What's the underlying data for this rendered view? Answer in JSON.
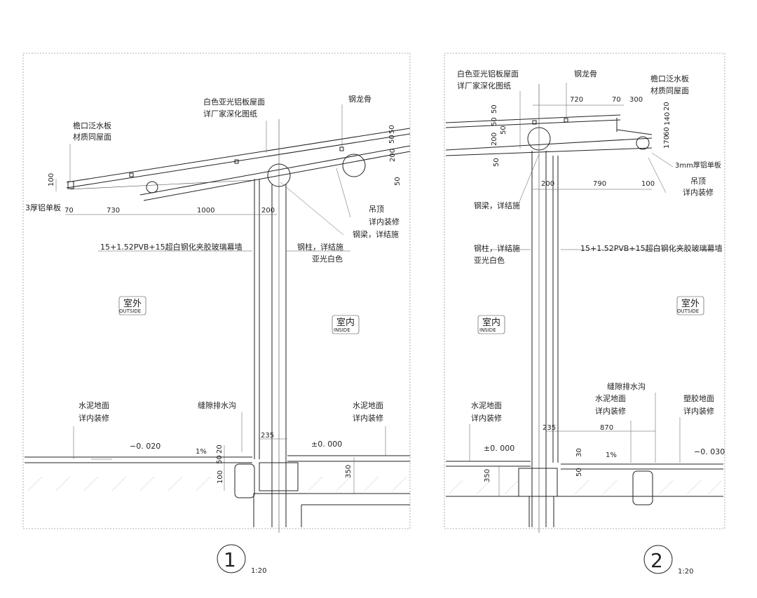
{
  "detail1": {
    "number": "1",
    "scale": "1:20",
    "labels": {
      "roof": [
        "白色亚光铝板屋面",
        "详厂家深化图纸"
      ],
      "keel": "钢龙骨",
      "eave": [
        "檐口泛水板",
        "材质同屋面"
      ],
      "panel": "3厚铝单板",
      "ceiling": [
        "吊顶",
        "详内装修"
      ],
      "beam": "钢梁，详结施",
      "glass": "15+1.52PVB+15超白钢化夹胶玻璃幕墙",
      "column": [
        "钢柱，详结施",
        "亚光白色"
      ],
      "outside": "室外",
      "outside_en": "OUTSIDE",
      "inside": "室内",
      "inside_en": "INSIDE",
      "floor_left": [
        "水泥地面",
        "详内装修"
      ],
      "drain": "缝隙排水沟",
      "floor_right": [
        "水泥地面",
        "详内装修"
      ],
      "elev_left": "−0. 020",
      "elev_right": "±0. 000",
      "slope": "1%"
    },
    "dims": {
      "d100": "100",
      "d70": "70",
      "d730": "730",
      "d1000": "1000",
      "d200": "200",
      "d50a": "50",
      "d50b": "50",
      "d200b": "200",
      "d50c": "50",
      "d235": "235",
      "d20": "20",
      "d50d": "50",
      "d100b": "100",
      "d350": "350"
    }
  },
  "detail2": {
    "number": "2",
    "scale": "1:20",
    "labels": {
      "roof": [
        "白色亚光铝板屋面",
        "详厂家深化图纸"
      ],
      "keel": "钢龙骨",
      "eave": [
        "檐口泛水板",
        "材质同屋面"
      ],
      "panel": "3mm厚铝单板",
      "ceiling": [
        "吊顶",
        "详内装修"
      ],
      "beam": "钢梁，详结施",
      "column": [
        "钢柱，详结施",
        "亚光白色"
      ],
      "glass": "15+1.52PVB+15超白钢化夹胶玻璃幕墙",
      "inside": "室内",
      "inside_en": "INSIDE",
      "outside": "室外",
      "outside_en": "OUTSIDE",
      "drain": "缝隙排水沟",
      "floor_left": [
        "水泥地面",
        "详内装修"
      ],
      "floor_mid": [
        "水泥地面",
        "详内装修"
      ],
      "floor_right": [
        "塑胶地面",
        "详内装修"
      ],
      "elev_left": "±0. 000",
      "elev_right": "−0. 030",
      "slope": "1%"
    },
    "dims": {
      "d720": "720",
      "d70": "70",
      "d300": "300",
      "d20": "20",
      "d140": "140",
      "d60": "60",
      "d170": "170",
      "d50a": "50",
      "d50b": "50",
      "d50c": "50",
      "d200": "200",
      "d50d": "50",
      "d200b": "200",
      "d790": "790",
      "d100": "100",
      "d235": "235",
      "d870": "870",
      "d30": "30",
      "d50e": "50",
      "d350": "350"
    }
  }
}
